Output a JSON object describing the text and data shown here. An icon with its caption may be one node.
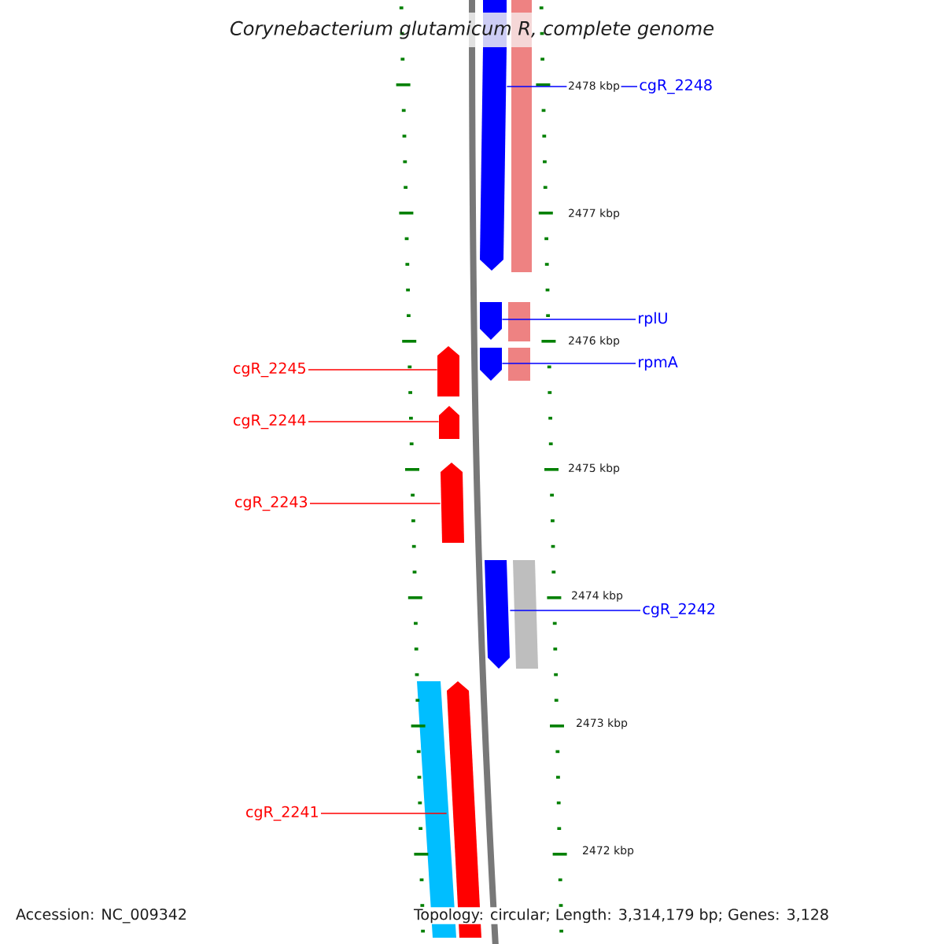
{
  "diagram": {
    "title": "Corynebacterium glutamicum R, complete genome",
    "nodes": [
      {
        "text": [
          "cgR_2248"
        ]
      },
      {
        "text": [
          "rplU"
        ]
      },
      {
        "text": [
          "rpmA"
        ]
      },
      {
        "text": [
          "cgR_2245"
        ]
      },
      {
        "text": [
          "cgR_2244"
        ]
      },
      {
        "text": [
          "cgR_2243"
        ]
      },
      {
        "text": [
          "cgR_2242"
        ]
      },
      {
        "text": [
          "cgR_2241"
        ]
      },
      {
        "text": [],
        "shape": "pentagon"
      },
      {
        "text": [],
        "shape": "pentagon"
      },
      {
        "text": [],
        "shape": "pentagon"
      },
      {
        "text": [],
        "shape": "pentagon"
      },
      {
        "text": [],
        "shape": "pentagon"
      },
      {
        "text": [],
        "shape": "pentagon"
      },
      {
        "text": [],
        "shape": "pentagon"
      },
      {
        "text": [],
        "shape": "pentagon"
      }
    ],
    "edges": [
      {
        "from": 0,
        "to": 8,
        "arrow": "none",
        "color": "#0000ff"
      },
      {
        "from": 1,
        "to": 9,
        "arrow": "none",
        "color": "#0000ff"
      },
      {
        "from": 2,
        "to": 10,
        "arrow": "none",
        "color": "#0000ff"
      },
      {
        "from": 3,
        "to": 11,
        "arrow": "none",
        "color": "#ff0000"
      },
      {
        "from": 4,
        "to": 12,
        "arrow": "none",
        "color": "#ff0000"
      },
      {
        "from": 5,
        "to": 13,
        "arrow": "none",
        "color": "#ff0000"
      },
      {
        "from": 6,
        "to": 14,
        "arrow": "none",
        "color": "#0000ff"
      },
      {
        "from": 7,
        "to": 15,
        "arrow": "none",
        "color": "#ff0000"
      }
    ],
    "labels": [
      "2478 kbp",
      "2477 kbp",
      "2476 kbp",
      "2475 kbp",
      "2474 kbp",
      "2473 kbp",
      "2472 kbp",
      "Accession: NC_009342",
      "Topology: circular; Length: 3,314,179 bp; Genes: 3,128"
    ]
  }
}
